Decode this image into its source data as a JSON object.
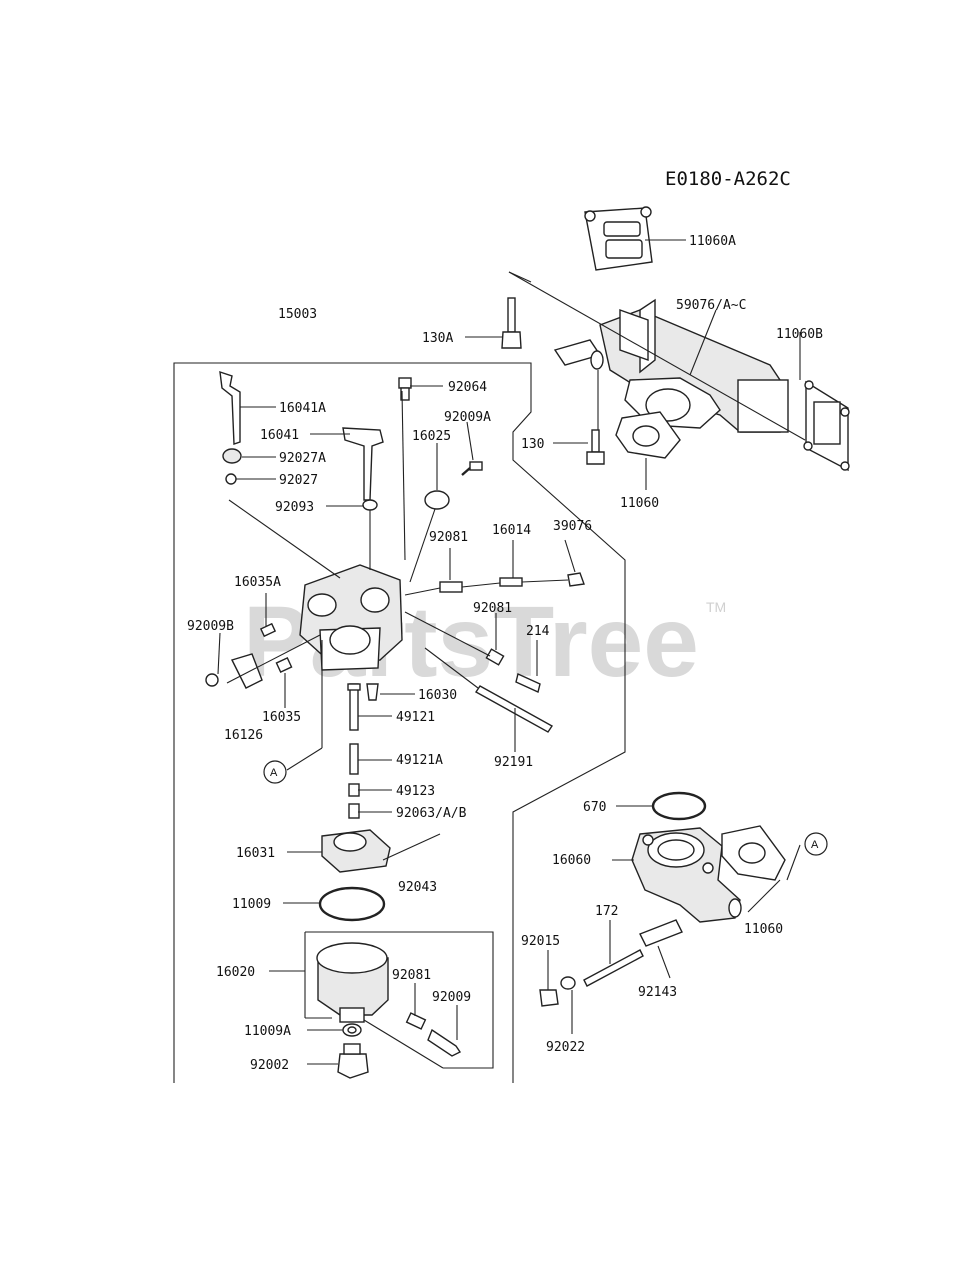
{
  "diagram": {
    "code": "E0180-A262C",
    "watermark": "PartsTree",
    "trademark": "TM",
    "callout": "A"
  },
  "labels": [
    "11060A",
    "59076/A~C",
    "11060B",
    "130A",
    "130",
    "11060",
    "15003",
    "92064",
    "16041A",
    "92009A",
    "16041",
    "16025",
    "92027A",
    "92027",
    "92093",
    "92081",
    "16014",
    "39076",
    "16035A",
    "92009B",
    "92081",
    "214",
    "16030",
    "16035",
    "16126",
    "49121",
    "49121A",
    "92191",
    "49123",
    "92063/A/B",
    "16031",
    "92043",
    "11009",
    "16020",
    "92081",
    "92009",
    "11009A",
    "92002",
    "670",
    "16060",
    "11060",
    "172",
    "92015",
    "92143",
    "92022"
  ]
}
